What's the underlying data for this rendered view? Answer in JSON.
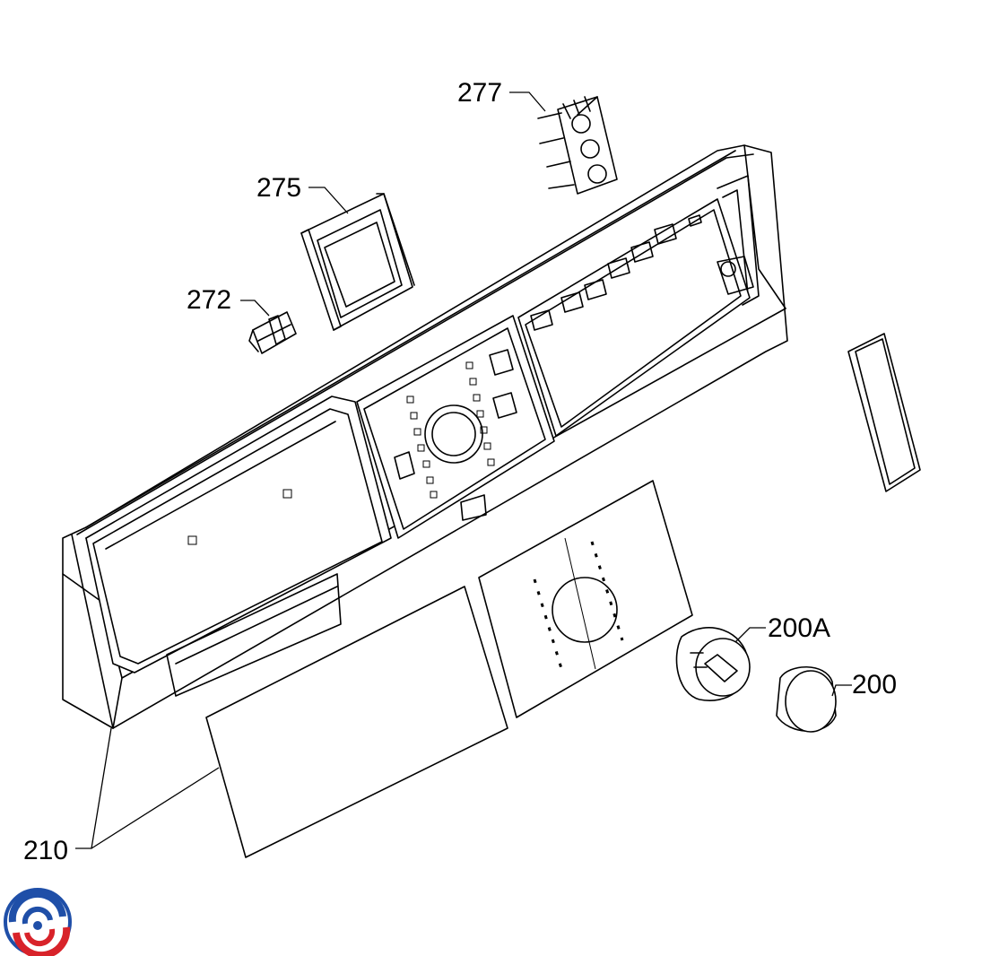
{
  "callouts": {
    "c277": "277",
    "c275": "275",
    "c272": "272",
    "c200a": "200A",
    "c200": "200",
    "c210": "210"
  },
  "colors": {
    "line": "#000000",
    "background": "#ffffff",
    "logo_blue": "#1f4fa8",
    "logo_red": "#d8232a"
  }
}
